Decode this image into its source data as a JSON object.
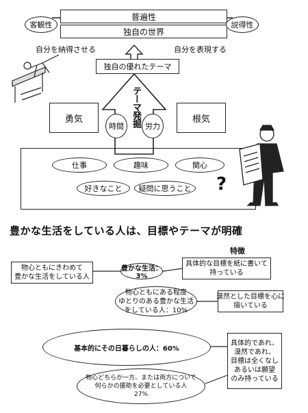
{
  "top": {
    "universality": "普遍性",
    "unique_world": "独自の世界",
    "objectivity": "客観性",
    "persuasiveness": "説得性",
    "convince_self": "自分を納得させる",
    "express_self": "自分を表現する",
    "unique_theme": "独自の優れたテーマ"
  },
  "middle": {
    "courage": "勇気",
    "persistence": "根気",
    "time": "時間",
    "effort": "労力",
    "arrow_text": "テーマ発掘",
    "ovals": [
      "仕事",
      "趣味",
      "関心",
      "好きなこと",
      "疑問に思うこと"
    ],
    "question_mark": "?"
  },
  "heading": "豊かな生活をしている人は、目標やテーマが明確",
  "features_label": "特徴",
  "bottom": {
    "rich_both_label": "物心ともにきわめて\n豊かな生活をしている人",
    "rich_life": "豊かな生活：3%",
    "concrete_goal": "具体的な目標を紙に書いて\n持っている",
    "moderate": "物心ともにある程度\nゆとりのある豊かな生活\nをしている人：10%",
    "vague_goal": "漠然とした目標を心に\n描いている",
    "day_to_day": "基本的にその日暮らしの人：60%",
    "no_goal": "具体的であれ、\n漠然であれ、\n目標は全くなし\nあるいは願望\nのみ持っている",
    "needs_help": "物心どちらか一方、または両方について\n何らかの援助を必要としている人\n27%"
  }
}
